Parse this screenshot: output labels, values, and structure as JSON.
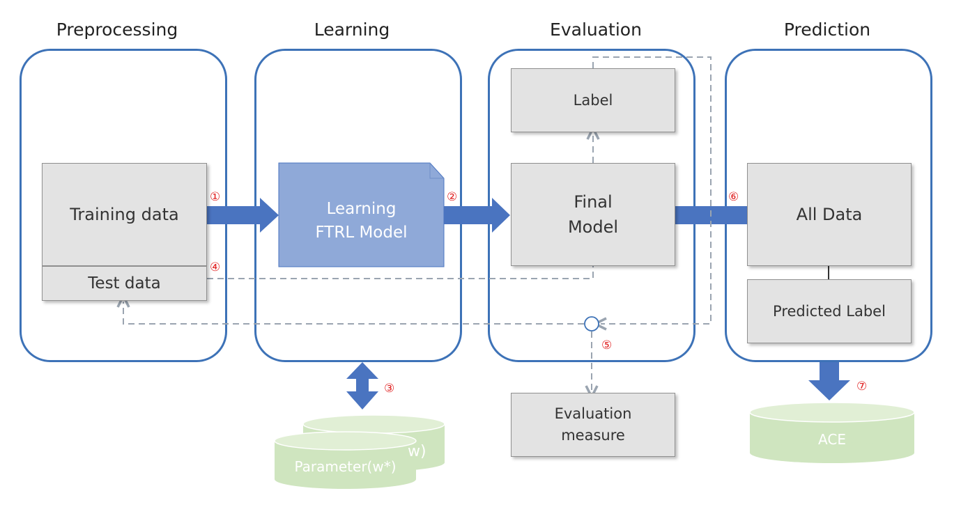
{
  "titles": {
    "preprocessing": "Preprocessing",
    "learning": "Learning",
    "evaluation": "Evaluation",
    "prediction": "Prediction"
  },
  "boxes": {
    "training_data": "Training data",
    "test_data": "Test data",
    "learning_model_line1": "Learning",
    "learning_model_line2": "FTRL Model",
    "label": "Label",
    "final_model_line1": "Final",
    "final_model_line2": "Model",
    "evaluation_measure_line1": "Evaluation",
    "evaluation_measure_line2": "measure",
    "all_data": "All Data",
    "predicted_label": "Predicted Label"
  },
  "cylinders": {
    "parameter_back": "w)",
    "parameter_front": "Parameter(w*)",
    "ace": "ACE"
  },
  "steps": {
    "s1": "①",
    "s2": "②",
    "s3": "③",
    "s4": "④",
    "s5": "⑤",
    "s6": "⑥",
    "s7": "⑦"
  },
  "colors": {
    "panel_border": "#3d72b7",
    "arrow_fill": "#4a74c0",
    "model_fill": "#8fa9d8",
    "box_fill": "#e3e3e3",
    "dashed": "#9aa4b0",
    "cylinder_fill": "#cfe5bf",
    "step_number": "#e02020"
  }
}
